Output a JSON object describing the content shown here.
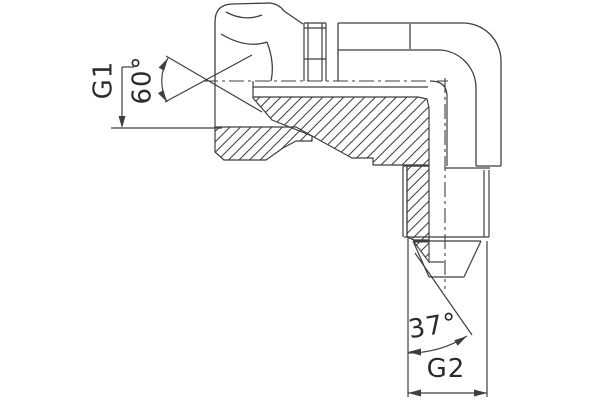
{
  "drawing": {
    "type": "technical-section-drawing",
    "subject": "90-degree elbow fitting with swivel nut, half-section view"
  },
  "labels": {
    "g1": "G1",
    "cone_angle": "60°",
    "flare_angle": "37°",
    "g2": "G2"
  },
  "colors": {
    "line": "#3f3f3f",
    "text": "#2b2b2b",
    "background": "#ffffff"
  }
}
